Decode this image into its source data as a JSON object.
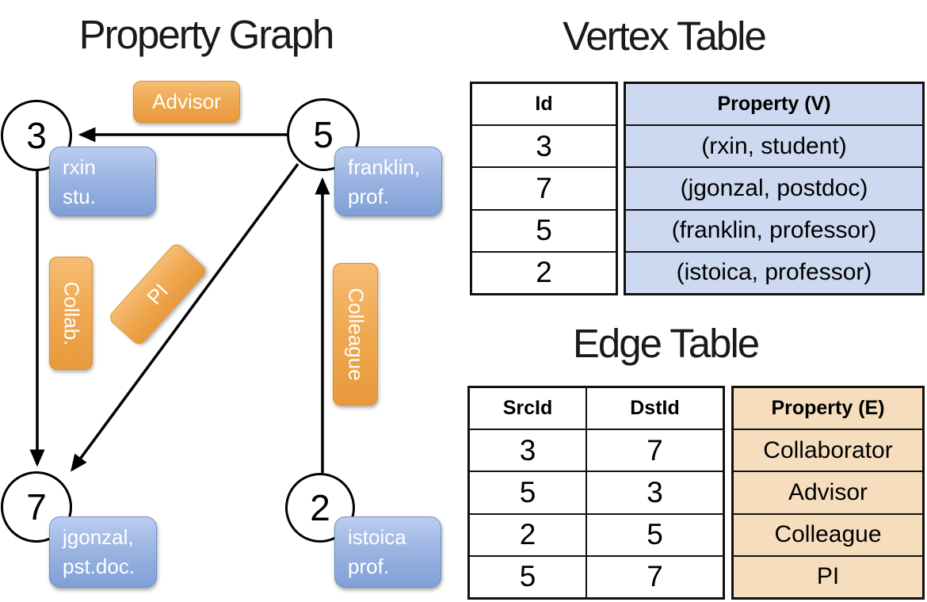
{
  "titles": {
    "graph": "Property Graph",
    "vertex_table": "Vertex Table",
    "edge_table": "Edge Table"
  },
  "graph": {
    "nodes": [
      {
        "id": "3",
        "property_lines": [
          "rxin",
          "stu."
        ]
      },
      {
        "id": "5",
        "property_lines": [
          "franklin,",
          "prof."
        ]
      },
      {
        "id": "7",
        "property_lines": [
          "jgonzal,",
          "pst.doc."
        ]
      },
      {
        "id": "2",
        "property_lines": [
          "istoica",
          "prof."
        ]
      }
    ],
    "edges": [
      {
        "src": "5",
        "dst": "3",
        "label": "Advisor"
      },
      {
        "src": "3",
        "dst": "7",
        "label": "Collab."
      },
      {
        "src": "5",
        "dst": "7",
        "label": "PI"
      },
      {
        "src": "2",
        "dst": "5",
        "label": "Colleague"
      }
    ]
  },
  "vertex_table": {
    "headers": {
      "id": "Id",
      "property": "Property (V)"
    },
    "rows": [
      {
        "id": "3",
        "property": "(rxin, student)"
      },
      {
        "id": "7",
        "property": "(jgonzal, postdoc)"
      },
      {
        "id": "5",
        "property": "(franklin, professor)"
      },
      {
        "id": "2",
        "property": "(istoica, professor)"
      }
    ]
  },
  "edge_table": {
    "headers": {
      "src": "SrcId",
      "dst": "DstId",
      "property": "Property (E)"
    },
    "rows": [
      {
        "src": "3",
        "dst": "7",
        "property": "Collaborator"
      },
      {
        "src": "5",
        "dst": "3",
        "property": "Advisor"
      },
      {
        "src": "2",
        "dst": "5",
        "property": "Colleague"
      },
      {
        "src": "5",
        "dst": "7",
        "property": "PI"
      }
    ]
  },
  "colors": {
    "edge_label_orange_top": "#f5bd74",
    "edge_label_orange_bottom": "#e8993c",
    "vertex_label_blue_top": "#bccdf0",
    "vertex_label_blue_bottom": "#7fa0d6",
    "vertex_table_fill": "#cdd9f0",
    "edge_table_fill": "#f6ddbe",
    "line_black": "#000000"
  }
}
